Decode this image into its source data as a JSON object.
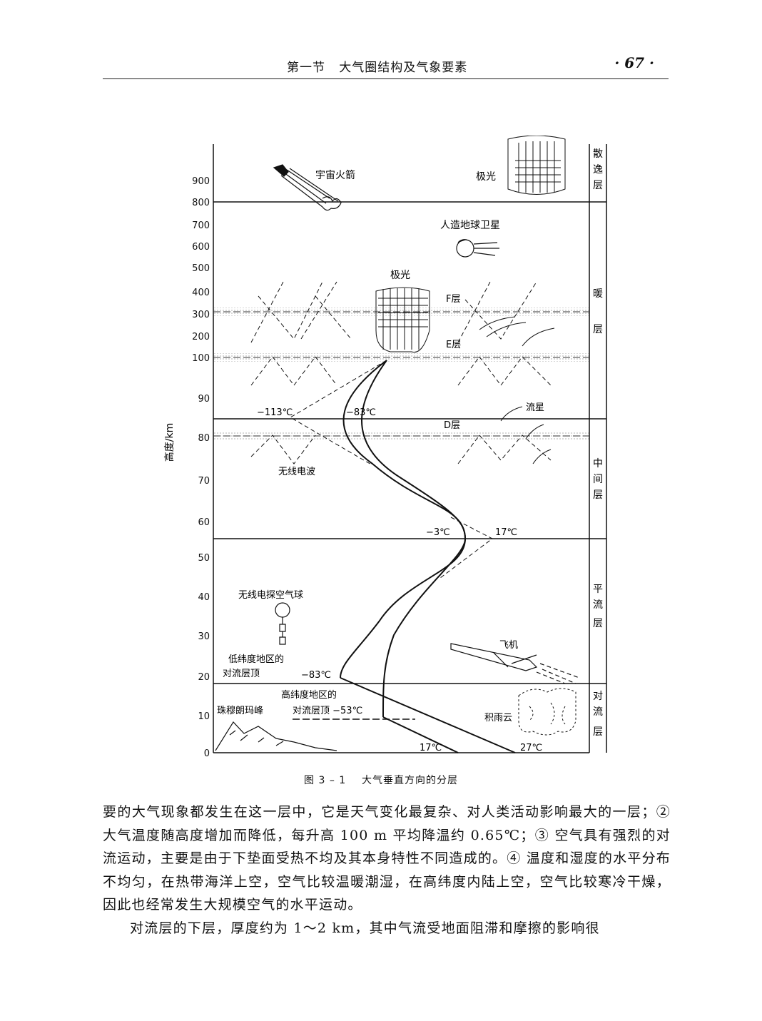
{
  "header": {
    "title": "第一节   大气圈结构及气象要素",
    "page": "· 67 ·"
  },
  "figure": {
    "y_axis_label": "高度/km",
    "y_ticks": [
      "900",
      "800",
      "700",
      "600",
      "500",
      "400",
      "300",
      "200",
      "100",
      "90",
      "80",
      "70",
      "60",
      "50",
      "40",
      "30",
      "20",
      "10",
      "0"
    ],
    "layer_labels": {
      "exosphere": [
        "散",
        "逸",
        "层"
      ],
      "thermosphere": [
        "暖",
        "层"
      ],
      "mesosphere": [
        "中",
        "间",
        "层"
      ],
      "stratosphere": [
        "平",
        "流",
        "层"
      ],
      "troposphere": [
        "对",
        "流",
        "层"
      ]
    },
    "annotations": {
      "rocket": "宇宙火箭",
      "aurora_top": "极光",
      "satellite": "人造地球卫星",
      "aurora_mid": "极光",
      "f_layer": "F层",
      "e_layer": "E层",
      "d_layer": "D层",
      "meteor": "流星",
      "radio_wave": "无线电波",
      "temp_m113": "−113℃",
      "temp_m83_top": "−83℃",
      "temp_m3": "−3℃",
      "temp_17_top": "17℃",
      "balloon": "无线电探空气球",
      "airplane": "飞机",
      "low_lat_top_1": "低纬度地区的",
      "low_lat_top_2": "对流层顶",
      "temp_m83_low": "−83℃",
      "high_lat_top_1": "高纬度地区的",
      "high_lat_top_2": "对流层顶 −53℃",
      "everest": "珠穆朗玛峰",
      "cumulonimbus": "积雨云",
      "temp_17_bottom": "17℃",
      "temp_27_bottom": "27℃"
    },
    "caption": "图 3 – 1    大气垂直方向的分层"
  },
  "body": {
    "paragraph1": "要的大气现象都发生在这一层中，它是天气变化最复杂、对人类活动影响最大的一层；② 大气温度随高度增加而降低，每升高 100 m 平均降温约 0.65℃；③ 空气具有强烈的对流运动，主要是由于下垫面受热不均及其本身特性不同造成的。④ 温度和湿度的水平分布不均匀，在热带海洋上空，空气比较温暖潮湿，在高纬度内陆上空，空气比较寒冷干燥，因此也经常发生大规模空气的水平运动。",
    "paragraph2": "对流层的下层，厚度约为 1～2 km，其中气流受地面阻滞和摩擦的影响很"
  }
}
